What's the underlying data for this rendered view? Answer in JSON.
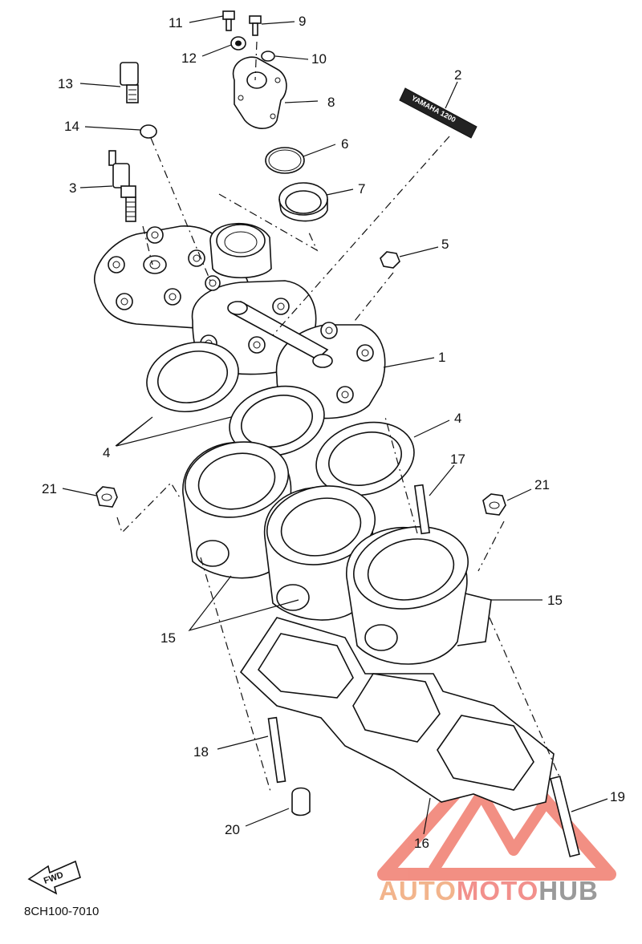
{
  "diagram": {
    "code": "8CH100-7010",
    "fwd_label": "FWD",
    "decal_text": "YAMAHA 1200",
    "callouts": [
      "11",
      "9",
      "12",
      "10",
      "13",
      "2",
      "8",
      "14",
      "6",
      "3",
      "7",
      "5",
      "1",
      "4",
      "4",
      "17",
      "21",
      "21",
      "15",
      "15",
      "18",
      "19",
      "20",
      "16"
    ]
  },
  "watermark": {
    "part_a": "AUTO",
    "part_b": "MOTO",
    "part_c": "HUB",
    "colors": {
      "auto": "#f2b48c",
      "moto": "#f2908c",
      "hub": "#9a9a9a",
      "logo": "#f07c6e"
    }
  }
}
